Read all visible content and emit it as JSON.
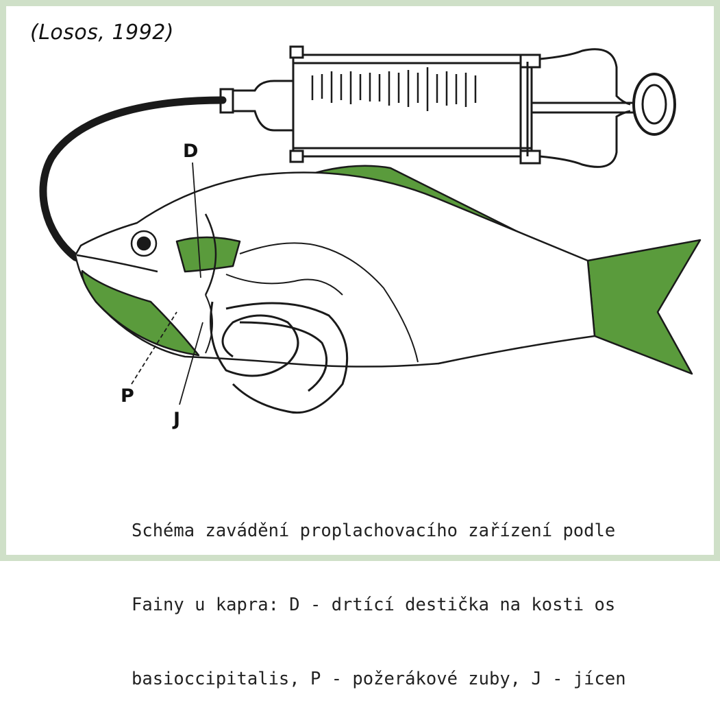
{
  "citation": "(Losos, 1992)",
  "labels": {
    "d": "D",
    "p": "P",
    "j": "J"
  },
  "caption": {
    "line1": "Schéma zavádění proplachovacího zařízení podle",
    "line2": "Fainy u kapra: D - drtící destička na kosti os",
    "line3": "basioccipitalis, P - požerákové zuby, J - jícen"
  },
  "colors": {
    "frame": "#cfe0c8",
    "fin_green": "#5a9b3c",
    "ink": "#1a1a1a"
  }
}
